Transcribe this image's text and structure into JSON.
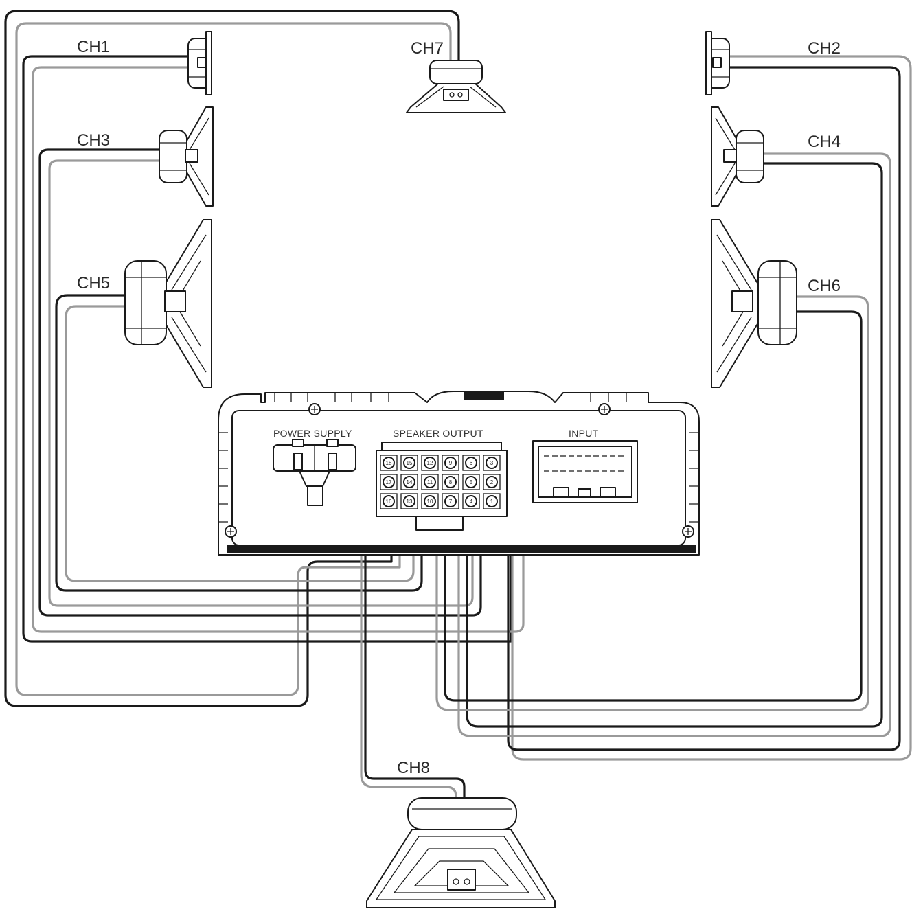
{
  "channels": {
    "ch1": "CH1",
    "ch2": "CH2",
    "ch3": "CH3",
    "ch4": "CH4",
    "ch5": "CH5",
    "ch6": "CH6",
    "ch7": "CH7",
    "ch8": "CH8"
  },
  "amplifier": {
    "power_supply": "POWER SUPPLY",
    "speaker_output": "SPEAKER OUTPUT",
    "input": "INPUT",
    "terminals": {
      "row1": [
        "18",
        "15",
        "12",
        "9",
        "6",
        "3"
      ],
      "row2": [
        "17",
        "14",
        "11",
        "8",
        "5",
        "2"
      ],
      "row3": [
        "16",
        "13",
        "10",
        "7",
        "4",
        "1"
      ]
    }
  },
  "colors": {
    "wire_dark": "#1a1a1a",
    "wire_light": "#9a9a9a",
    "outline": "#1a1a1a",
    "background": "#ffffff"
  }
}
